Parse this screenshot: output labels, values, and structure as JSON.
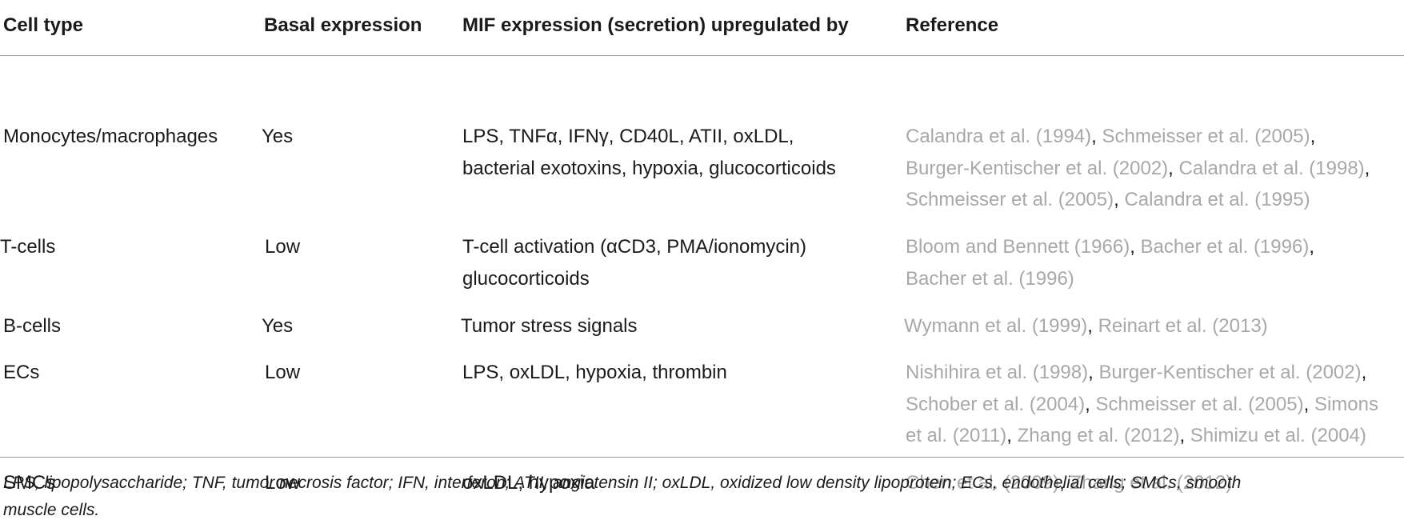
{
  "table": {
    "headers": [
      "Cell type",
      "Basal expression",
      "MIF expression (secretion) upregulated by",
      "Reference"
    ],
    "rows": [
      {
        "cell_type": "Monocytes/macrophages",
        "basal": "Yes",
        "upregulated_lines": [
          "LPS, TNFα, IFNγ, CD40L, ATII, oxLDL,",
          "bacterial exotoxins, hypoxia, glucocorticoids"
        ],
        "reference_lines": [
          [
            "Calandra et al. (1994)",
            "Schmeisser et al. (2005)",
            ""
          ],
          [
            "Burger-Kentischer et al. (2002)",
            "Calandra et al. (1998)",
            ""
          ],
          [
            "Schmeisser et al. (2005)",
            "Calandra et al. (1995)"
          ]
        ]
      },
      {
        "cell_type": "T-cells",
        "basal": "Low",
        "upregulated_lines": [
          "T-cell activation (αCD3, PMA/ionomycin)",
          "glucocorticoids"
        ],
        "reference_lines": [
          [
            "Bloom and Bennett (1966)",
            "Bacher et al. (1996)",
            ""
          ],
          [
            "Bacher et al. (1996)"
          ]
        ]
      },
      {
        "cell_type": "B-cells",
        "basal": "Yes",
        "upregulated_lines": [
          "Tumor stress signals"
        ],
        "reference_lines": [
          [
            "Wymann et al. (1999)",
            "Reinart et al. (2013)"
          ]
        ]
      },
      {
        "cell_type": "ECs",
        "basal": "Low",
        "upregulated_lines": [
          "LPS, oxLDL, hypoxia, thrombin"
        ],
        "reference_lines": [
          [
            "Nishihira et al. (1998)",
            "Burger-Kentischer et al. (2002)",
            ""
          ],
          [
            "Schober et al. (2004)",
            "Schmeisser et al. (2005)",
            "Simons"
          ],
          [
            "et al. (2011)",
            "Zhang et al. (2012)",
            "Shimizu et al. (2004)"
          ]
        ]
      },
      {
        "cell_type": "SMCs",
        "basal": "Low",
        "upregulated_lines": [
          "oxLDL, hypoxia"
        ],
        "reference_lines": [
          [
            "Chen et al. (2009)",
            "Zhang et al. (2012)"
          ]
        ]
      }
    ],
    "footnote_lines": [
      "LPS, lipopolysaccharide; TNF, tumor necrosis factor; IFN, interferon; ATII, angiotensin II; oxLDL, oxidized low density lipoprotein; ECs, endothelial cells; SMCs, smooth",
      "muscle cells."
    ]
  }
}
